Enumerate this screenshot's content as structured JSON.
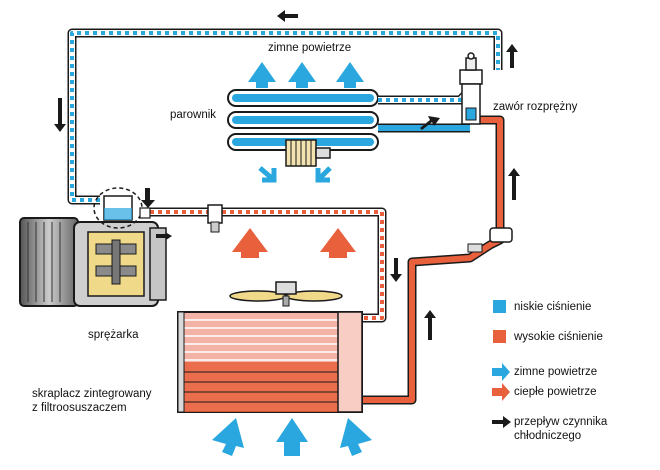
{
  "labels": {
    "cold_air_top": "zimne powietrze",
    "evaporator": "parownik",
    "expansion_valve": "zawór rozprężny",
    "compressor": "sprężarka",
    "condenser_line1": "skraplacz zintegrowany",
    "condenser_line2": "z filtroosuszaczem"
  },
  "legend": {
    "low_pressure": "niskie ciśnienie",
    "high_pressure": "wysokie ciśnienie",
    "cold_air": "zimne powietrze",
    "warm_air": "ciepłe powietrze",
    "refrigerant_flow_line1": "przepływ czynnika",
    "refrigerant_flow_line2": "chłodniczego"
  },
  "colors": {
    "low_pressure": "#2aa7df",
    "high_pressure": "#e8603c",
    "cold_air": "#2aa7df",
    "warm_air": "#e8603c",
    "condenser_fill": "#f3b3a6",
    "outline": "#1a1a1a"
  }
}
